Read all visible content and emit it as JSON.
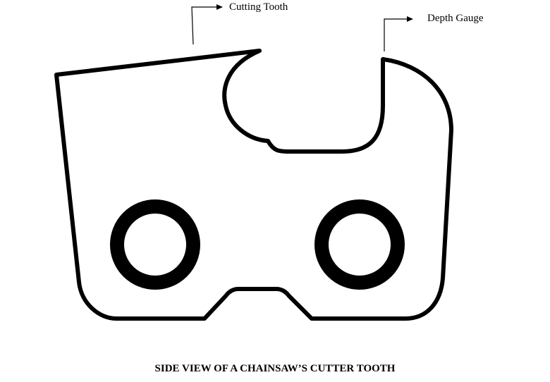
{
  "labels": {
    "cutting_tooth": "Cutting Tooth",
    "depth_gauge": "Depth Gauge"
  },
  "caption": "SIDE VIEW OF A CHAINSAW’S CUTTER TOOTH",
  "colors": {
    "stroke": "#000000",
    "background": "#ffffff"
  }
}
